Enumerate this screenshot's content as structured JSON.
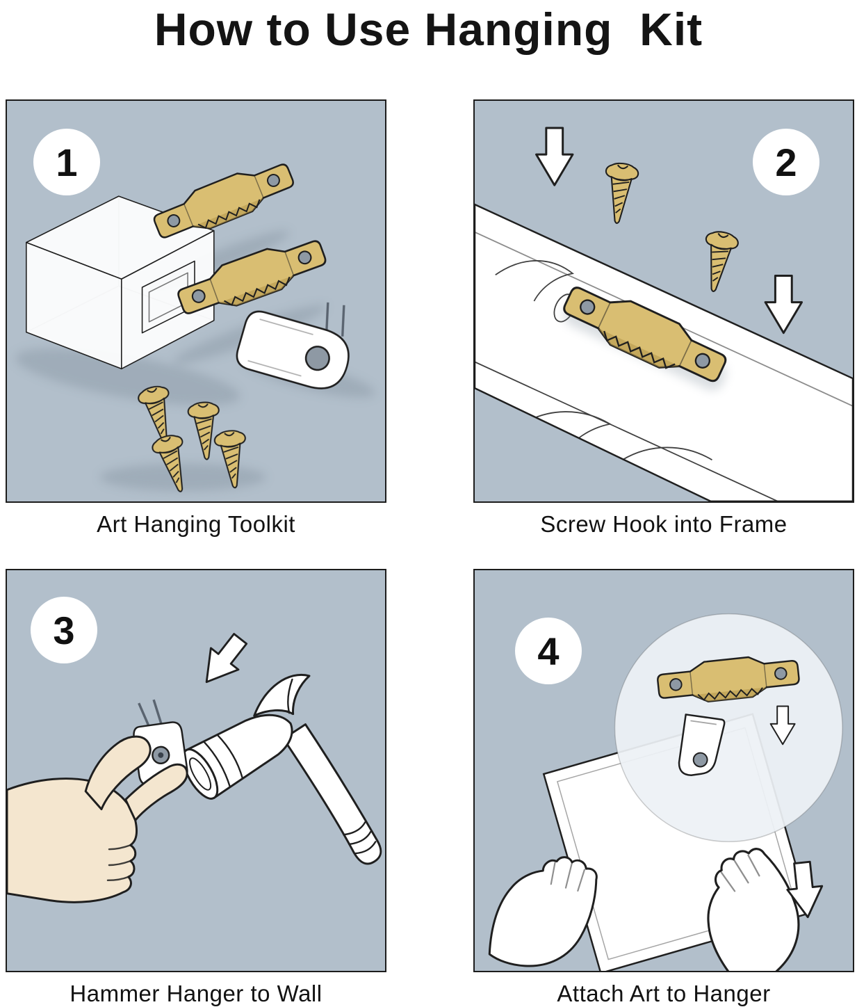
{
  "title": "How to Use Hanging  Kit",
  "panels": [
    {
      "number": "1",
      "caption": "Art Hanging Toolkit"
    },
    {
      "number": "2",
      "caption": "Screw Hook into Frame"
    },
    {
      "number": "3",
      "caption": "Hammer Hanger to Wall"
    },
    {
      "number": "4",
      "caption": "Attach Art to Hanger"
    }
  ],
  "colors": {
    "panel_background": "#b2bfcb",
    "brass": "#d9be72",
    "brass_dark": "#b3964a",
    "skin": "#f4e6cf",
    "outline": "#1f1f1f",
    "hole": "#8e99a4",
    "page_background": "#ffffff"
  }
}
